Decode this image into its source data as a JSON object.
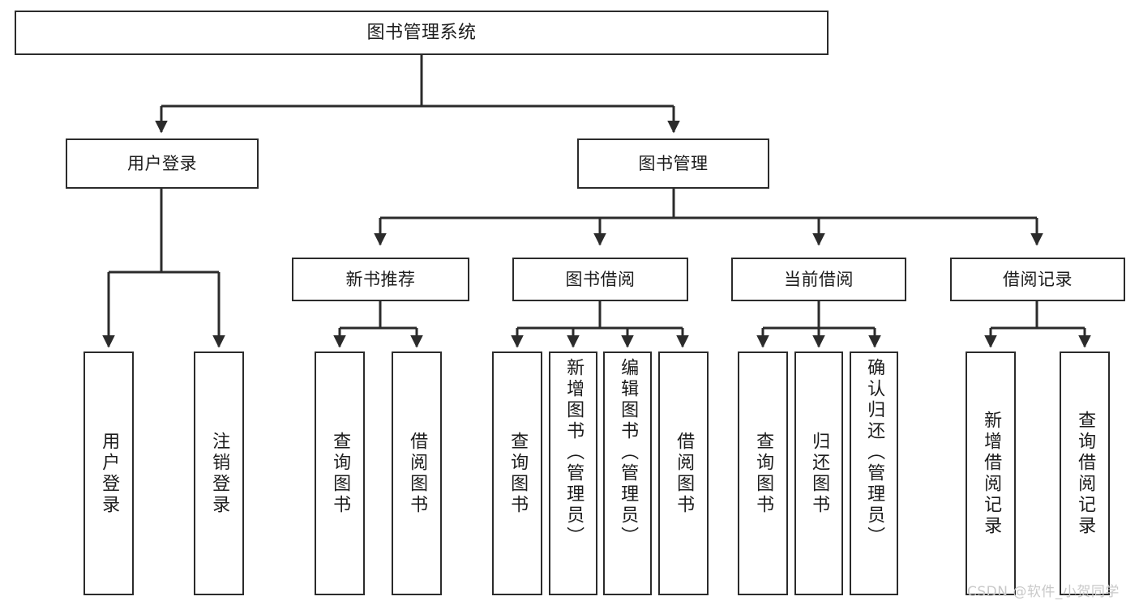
{
  "diagram": {
    "title": "图书管理系统",
    "watermark": "CSDN @软件_小贺同学",
    "colors": {
      "stroke": "#2b2b2b",
      "fill": "#ffffff",
      "text": "#1c1c1c",
      "watermark": "#c9c9c9"
    },
    "levels": {
      "root": {
        "label": "图书管理系统"
      },
      "level2": [
        {
          "id": "user-login",
          "label": "用户登录"
        },
        {
          "id": "book-manage",
          "label": "图书管理"
        }
      ],
      "level3": [
        {
          "id": "new-book-rec",
          "label": "新书推荐"
        },
        {
          "id": "book-borrow",
          "label": "图书借阅"
        },
        {
          "id": "current-borrow",
          "label": "当前借阅"
        },
        {
          "id": "borrow-record",
          "label": "借阅记录"
        }
      ],
      "leaves": {
        "user_login": [
          {
            "id": "leaf-user-login",
            "label": "用户登录"
          },
          {
            "id": "leaf-logout",
            "label": "注销登录"
          }
        ],
        "new_book_rec": [
          {
            "id": "leaf-query-book-1",
            "label": "查询图书"
          },
          {
            "id": "leaf-borrow-book-1",
            "label": "借阅图书"
          }
        ],
        "book_borrow": [
          {
            "id": "leaf-query-book-2",
            "label": "查询图书"
          },
          {
            "id": "leaf-add-book",
            "label": "新增图书（管理员）"
          },
          {
            "id": "leaf-edit-book",
            "label": "编辑图书（管理员）"
          },
          {
            "id": "leaf-borrow-book-2",
            "label": "借阅图书"
          }
        ],
        "current_borrow": [
          {
            "id": "leaf-query-book-3",
            "label": "查询图书"
          },
          {
            "id": "leaf-return-book",
            "label": "归还图书"
          },
          {
            "id": "leaf-confirm-return",
            "label": "确认归还（管理员）"
          }
        ],
        "borrow_record": [
          {
            "id": "leaf-add-record",
            "label": "新增借阅记录"
          },
          {
            "id": "leaf-query-record",
            "label": "查询借阅记录"
          }
        ]
      }
    }
  }
}
